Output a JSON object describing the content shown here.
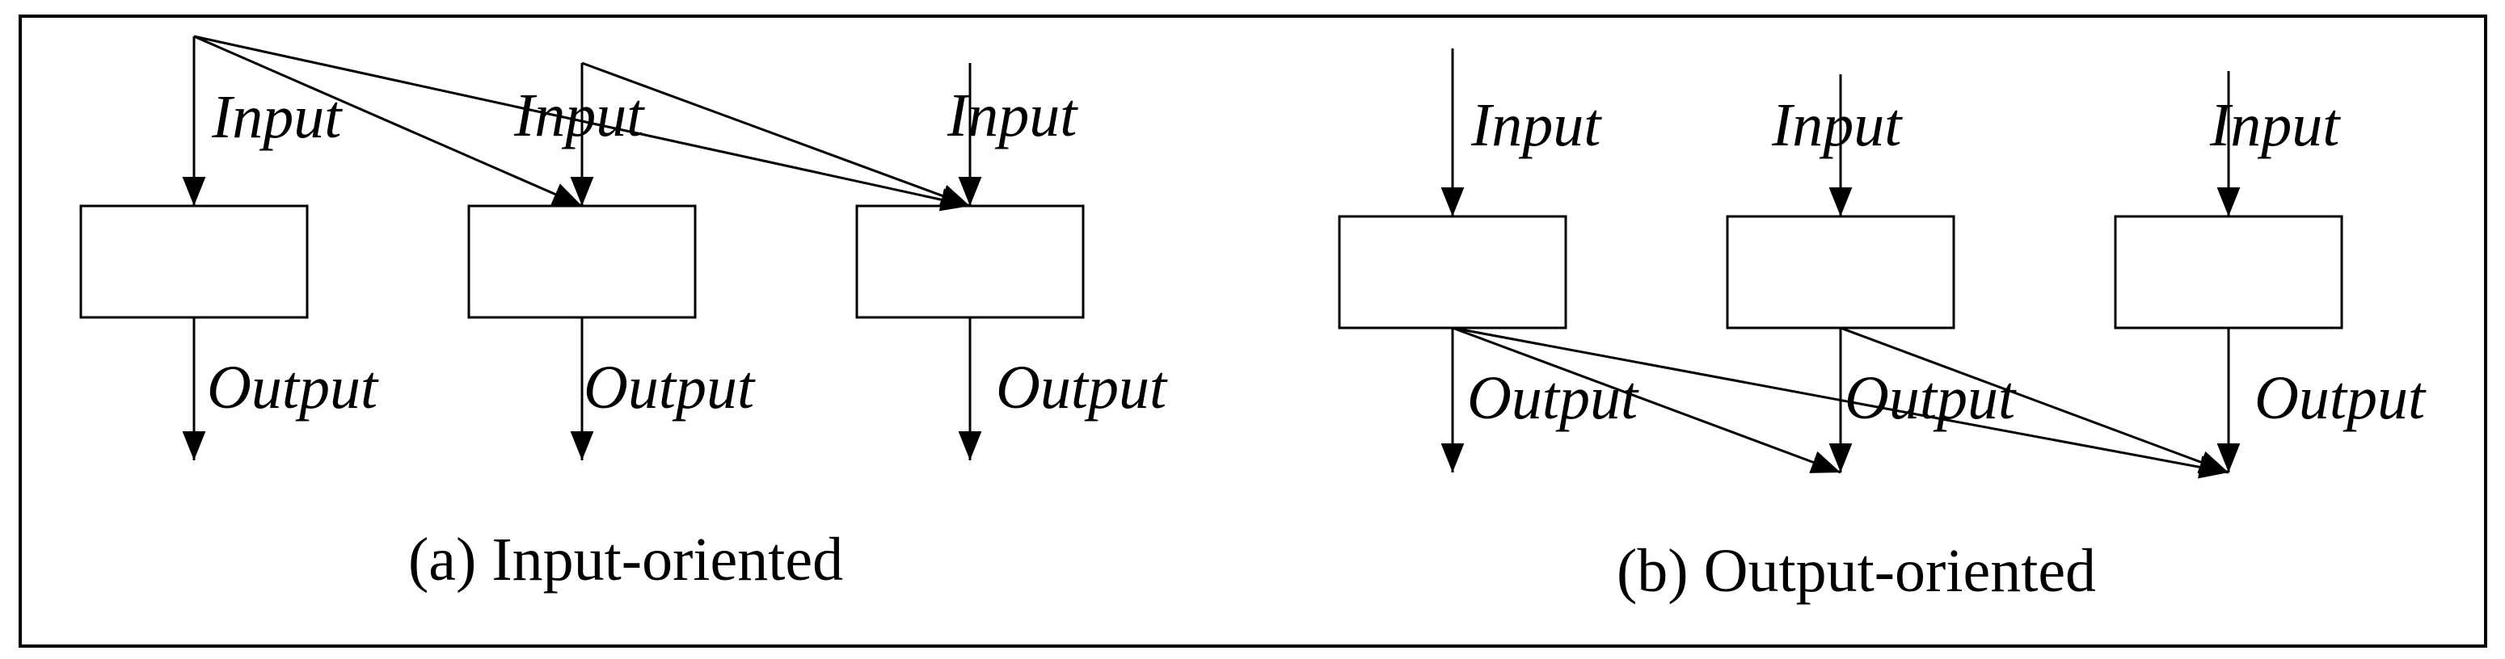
{
  "diagram": {
    "input_label": "Input",
    "output_label": "Output",
    "caption_a": "(a) Input-oriented",
    "caption_b": "(b) Output-oriented",
    "stroke_color": "#000000",
    "background_color": "#ffffff"
  }
}
